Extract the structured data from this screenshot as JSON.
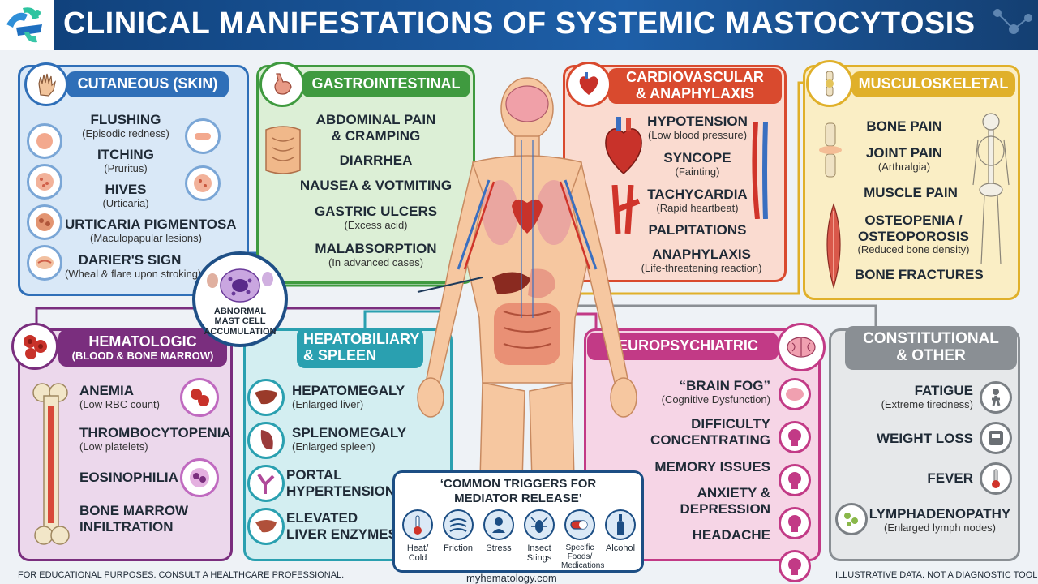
{
  "title": "CLINICAL MANIFESTATIONS OF SYSTEMIC MASTOCYTOSIS",
  "center_label": "ABNORMAL MAST CELL ACCUMULATION",
  "center_label_lines": [
    "ABNORMAL",
    "MAST CELL",
    "ACCUMULATION"
  ],
  "colors": {
    "cutaneous": "#2f6fb8",
    "gastro": "#3f9a3f",
    "cardio": "#d94a2e",
    "musculo": "#e0b02a",
    "hemato": "#7a2e7e",
    "hepato": "#2aa0b0",
    "neuro": "#c23a86",
    "constitutional": "#8a8f94"
  },
  "cutaneous": {
    "title": "CUTANEOUS (SKIN)",
    "icon": "hand-icon",
    "items": [
      {
        "term": "FLUSHING",
        "sub": "(Episodic redness)"
      },
      {
        "term": "ITCHING",
        "sub": "(Pruritus)"
      },
      {
        "term": "HIVES",
        "sub": "(Urticaria)"
      },
      {
        "term": "URTICARIA PIGMENTOSA",
        "sub": "(Maculopapular lesions)"
      },
      {
        "term": "DARIER'S SIGN",
        "sub": "(Wheal & flare upon stroking)"
      }
    ]
  },
  "gastro": {
    "title": "GASTROINTESTINAL",
    "icon": "stomach-icon",
    "items": [
      {
        "term": "ABDOMINAL PAIN",
        "term2": "& CRAMPING",
        "sub": ""
      },
      {
        "term": "DIARRHEA",
        "sub": ""
      },
      {
        "term": "NAUSEA & VOTMITING",
        "sub": ""
      },
      {
        "term": "GASTRIC ULCERS",
        "sub": "(Excess acid)"
      },
      {
        "term": "MALABSORPTION",
        "sub": "(In advanced cases)"
      }
    ]
  },
  "cardio": {
    "title1": "CARDIOVASCULAR",
    "title2": "& ANAPHYLAXIS",
    "icon": "heart-icon",
    "items": [
      {
        "term": "HYPOTENSION",
        "sub": "(Low blood pressure)"
      },
      {
        "term": "SYNCOPE",
        "sub": "(Fainting)"
      },
      {
        "term": "TACHYCARDIA",
        "sub": "(Rapid heartbeat)"
      },
      {
        "term": "PALPITATIONS",
        "sub": ""
      },
      {
        "term": "ANAPHYLAXIS",
        "sub": "(Life-threatening reaction)"
      }
    ]
  },
  "musculo": {
    "title": "MUSCULOSKELETAL",
    "icon": "joint-icon",
    "items": [
      {
        "term": "BONE PAIN",
        "sub": ""
      },
      {
        "term": "JOINT PAIN",
        "sub": "(Arthralgia)"
      },
      {
        "term": "MUSCLE PAIN",
        "sub": ""
      },
      {
        "term": "OSTEOPENIA /",
        "term2": "OSTEOPOROSIS",
        "sub": "(Reduced bone density)"
      },
      {
        "term": "BONE FRACTURES",
        "sub": ""
      }
    ]
  },
  "hemato": {
    "title1": "HEMATOLOGIC",
    "title2": "(BLOOD & BONE MARROW)",
    "icon": "blood-cells-icon",
    "items": [
      {
        "term": "ANEMIA",
        "sub": "(Low RBC count)"
      },
      {
        "term": "THROMBOCYTOPENIA",
        "sub": "(Low platelets)"
      },
      {
        "term": "EOSINOPHILIA",
        "sub": ""
      },
      {
        "term": "BONE MARROW",
        "term2": "INFILTRATION",
        "sub": ""
      }
    ]
  },
  "hepato": {
    "title1": "HEPATOBILIARY",
    "title2": "& SPLEEN",
    "items": [
      {
        "term": "HEPATOMEGALY",
        "sub": "(Enlarged liver)"
      },
      {
        "term": "SPLENOMEGALY",
        "sub": "(Enlarged spleen)"
      },
      {
        "term": "PORTAL",
        "term2": "HYPERTENSION",
        "sub": ""
      },
      {
        "term": "ELEVATED",
        "term2": "LIVER ENZYMES",
        "sub": ""
      }
    ]
  },
  "neuro": {
    "title": "NEUROPSYCHIATRIC",
    "icon": "brain-icon",
    "items": [
      {
        "term": "“BRAIN FOG”",
        "sub": "(Cognitive Dysfunction)"
      },
      {
        "term": "DIFFICULTY",
        "term2": "CONCENTRATING",
        "sub": ""
      },
      {
        "term": "MEMORY ISSUES",
        "sub": ""
      },
      {
        "term": "ANXIETY &",
        "term2": "DEPRESSION",
        "sub": ""
      },
      {
        "term": "HEADACHE",
        "sub": ""
      }
    ]
  },
  "constitutional": {
    "title1": "CONSTITUTIONAL",
    "title2": "& OTHER",
    "items": [
      {
        "term": "FATIGUE",
        "sub": "(Extreme tiredness)"
      },
      {
        "term": "WEIGHT LOSS",
        "sub": ""
      },
      {
        "term": "FEVER",
        "sub": ""
      },
      {
        "term": "LYMPHADENOPATHY",
        "sub": "(Enlarged lymph nodes)"
      }
    ]
  },
  "triggers": {
    "title1": "‘COMMON TRIGGERS FOR",
    "title2": "MEDIATOR RELEASE’",
    "items": [
      {
        "line1": "Heat/",
        "line2": "Cold",
        "icon": "thermometer-icon"
      },
      {
        "line1": "Friction",
        "line2": "",
        "icon": "friction-icon"
      },
      {
        "line1": "Stress",
        "line2": "",
        "icon": "stress-icon"
      },
      {
        "line1": "Insect",
        "line2": "Stings",
        "icon": "insect-icon"
      },
      {
        "line1": "Specific",
        "line2": "Foods/",
        "line3": "Medications",
        "icon": "pill-icon"
      },
      {
        "line1": "Alcohol",
        "line2": "",
        "icon": "bottle-icon"
      }
    ]
  },
  "footer": {
    "left": "FOR EDUCATIONAL PURPOSES. CONSULT A HEALTHCARE PROFESSIONAL.",
    "center": "myhematology.com",
    "right": "ILLUSTRATIVE DATA. NOT A DIAGNOSTIC TOOL."
  }
}
